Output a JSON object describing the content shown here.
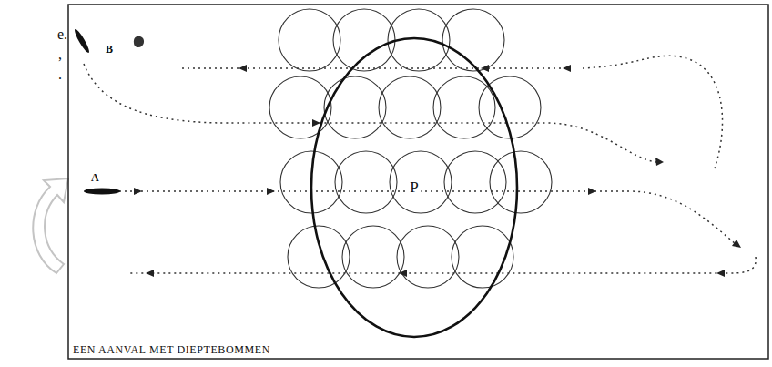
{
  "diagram": {
    "caption": "EEN AANVAL MET DIEPTEBOMMEN",
    "nodes": [
      {
        "text": [
          "P"
        ]
      }
    ],
    "labels": [
      "e.",
      ",",
      ".",
      "B",
      "A"
    ]
  }
}
